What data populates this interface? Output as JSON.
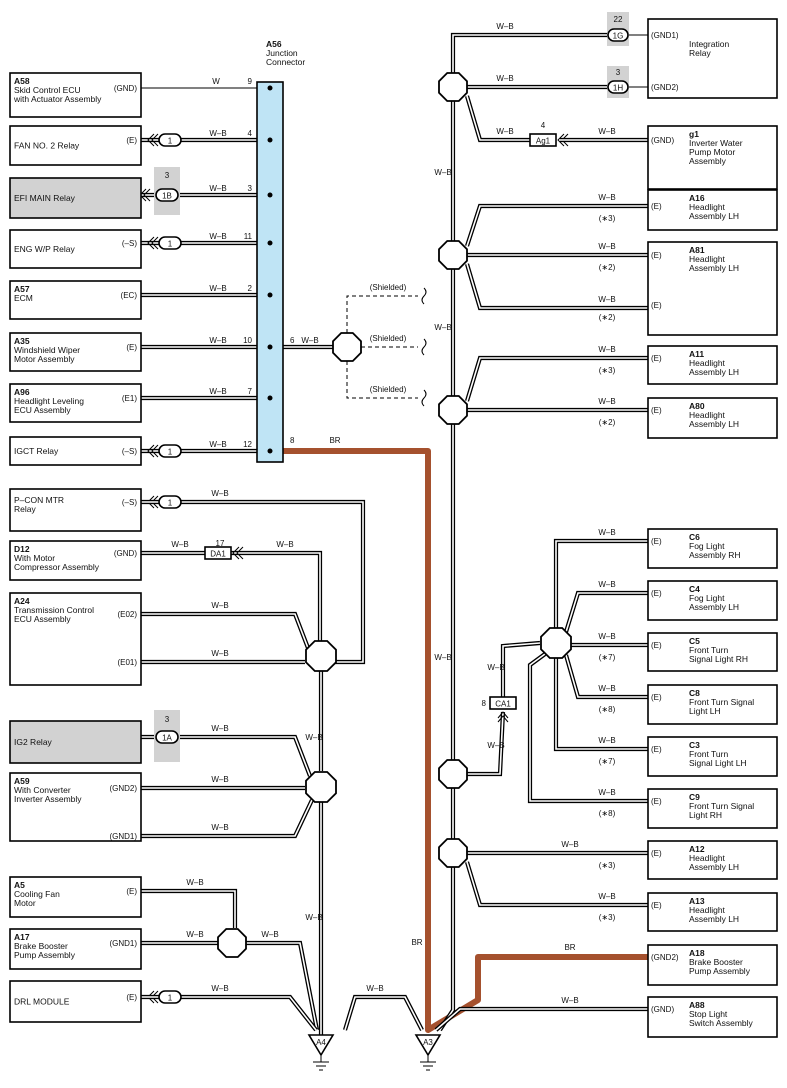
{
  "junction": {
    "code": "A56",
    "name_l1": "Junction",
    "name_l2": "Connector"
  },
  "wire": {
    "wb": "W–B",
    "w": "W",
    "br": "BR"
  },
  "shielded": "(Shielded)",
  "left": [
    {
      "code": "A58",
      "l1": "Skid Control ECU",
      "l2": "with Actuator Assembly",
      "pin": "(GND)",
      "num": "9"
    },
    {
      "code": "",
      "l1": "FAN NO. 2 Relay",
      "l2": "",
      "pin": "(E)",
      "num": "4",
      "conn": "1"
    },
    {
      "code": "",
      "l1": "EFI MAIN Relay",
      "l2": "",
      "pin": "",
      "num": "3",
      "conn": "1B",
      "top": "3"
    },
    {
      "code": "",
      "l1": "ENG W/P Relay",
      "l2": "",
      "pin": "(–S)",
      "num": "11",
      "conn": "1"
    },
    {
      "code": "A57",
      "l1": "ECM",
      "l2": "",
      "pin": "(EC)",
      "num": "2"
    },
    {
      "code": "A35",
      "l1": "Windshield Wiper",
      "l2": "Motor Assembly",
      "pin": "(E)",
      "num": "10"
    },
    {
      "code": "A96",
      "l1": "Headlight Leveling",
      "l2": "ECU Assembly",
      "pin": "(E1)",
      "num": "7"
    },
    {
      "code": "",
      "l1": "IGCT Relay",
      "l2": "",
      "pin": "(–S)",
      "num": "12",
      "conn": "1"
    },
    {
      "code": "",
      "l1": "P–CON MTR",
      "l2": "Relay",
      "pin": "(–S)",
      "conn": "1"
    },
    {
      "code": "D12",
      "l1": "With Motor",
      "l2": "Compressor Assembly",
      "pin": "(GND)",
      "conn": "DA1",
      "top": "17"
    },
    {
      "code": "A24",
      "l1": "Transmission Control",
      "l2": "ECU Assembly",
      "pin": "(E02)",
      "pin2": "(E01)"
    },
    {
      "code": "",
      "l1": "IG2 Relay",
      "l2": "",
      "pin": "",
      "conn": "1A",
      "top": "3"
    },
    {
      "code": "A59",
      "l1": "With Converter",
      "l2": "Inverter Assembly",
      "pin": "(GND2)",
      "pin2": "(GND1)"
    },
    {
      "code": "A5",
      "l1": "Cooling Fan",
      "l2": "Motor",
      "pin": "(E)"
    },
    {
      "code": "A17",
      "l1": "Brake Booster",
      "l2": "Pump Assembly",
      "pin": "(GND1)"
    },
    {
      "code": "",
      "l1": "DRL MODULE",
      "l2": "",
      "pin": "(E)",
      "conn": "1"
    }
  ],
  "junction_out": {
    "num6": "6",
    "num8": "8"
  },
  "right": [
    {
      "code": "",
      "l1": "Integration",
      "l2": "Relay",
      "l3": "",
      "pin": "(GND1)",
      "pin2": "(GND2)",
      "conn": "1G",
      "top": "22",
      "conn2": "1H",
      "top2": "3"
    },
    {
      "code": "g1",
      "l1": "Inverter Water",
      "l2": "Pump Motor",
      "l3": "Assembly",
      "pin": "(GND)",
      "conn": "Ag1",
      "top": "4"
    },
    {
      "code": "A16",
      "l1": "Headlight",
      "l2": "Assembly LH",
      "l3": "",
      "pin": "(E)",
      "note": "(∗3)"
    },
    {
      "code": "A81",
      "l1": "Headlight",
      "l2": "Assembly LH",
      "l3": "",
      "pin": "(E)",
      "note": "(∗2)",
      "pin2": "(E)",
      "note2": "(∗2)"
    },
    {
      "code": "A11",
      "l1": "Headlight",
      "l2": "Assembly LH",
      "l3": "",
      "pin": "(E)",
      "note": "(∗3)"
    },
    {
      "code": "A80",
      "l1": "Headlight",
      "l2": "Assembly LH",
      "l3": "",
      "pin": "(E)",
      "note": "(∗2)"
    },
    {
      "code": "C6",
      "l1": "Fog Light",
      "l2": "Assembly RH",
      "l3": "",
      "pin": "(E)"
    },
    {
      "code": "C4",
      "l1": "Fog Light",
      "l2": "Assembly LH",
      "l3": "",
      "pin": "(E)"
    },
    {
      "code": "C5",
      "l1": "Front Turn",
      "l2": "Signal Light RH",
      "l3": "",
      "pin": "(E)",
      "note": "(∗7)"
    },
    {
      "code": "C8",
      "l1": "Front Turn Signal",
      "l2": "Light LH",
      "l3": "",
      "pin": "(E)",
      "note": "(∗8)"
    },
    {
      "code": "C3",
      "l1": "Front Turn",
      "l2": "Signal Light LH",
      "l3": "",
      "pin": "(E)",
      "note": "(∗7)"
    },
    {
      "code": "C9",
      "l1": "Front Turn Signal",
      "l2": "Light RH",
      "l3": "",
      "pin": "(E)",
      "note": "(∗8)"
    },
    {
      "code": "A12",
      "l1": "Headlight",
      "l2": "Assembly LH",
      "l3": "",
      "pin": "(E)",
      "note": "(∗3)"
    },
    {
      "code": "A13",
      "l1": "Headlight",
      "l2": "Assembly LH",
      "l3": "",
      "pin": "(E)",
      "note": "(∗3)"
    },
    {
      "code": "A18",
      "l1": "Brake Booster",
      "l2": "Pump Assembly",
      "l3": "",
      "pin": "(GND2)"
    },
    {
      "code": "A88",
      "l1": "Stop Light",
      "l2": "Switch Assembly",
      "l3": "",
      "pin": "(GND)"
    }
  ],
  "ca1": {
    "conn": "CA1",
    "num": "8"
  },
  "grounds": {
    "a4": "A4",
    "a3": "A3"
  }
}
